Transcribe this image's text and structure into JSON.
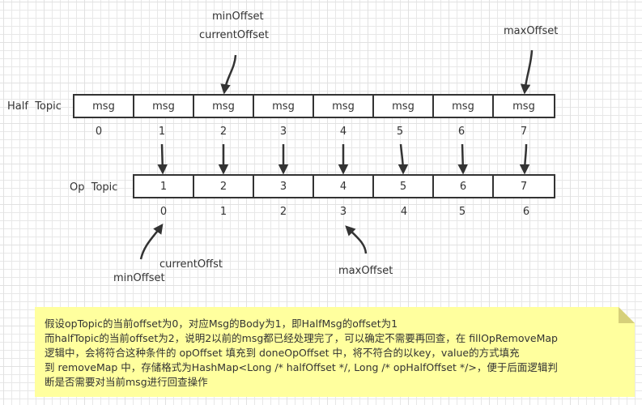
{
  "half_topic": {
    "label": "Half  Topic",
    "cells": [
      "msg",
      "msg",
      "msg",
      "msg",
      "msg",
      "msg",
      "msg",
      "msg"
    ],
    "indices": [
      "0",
      "1",
      "2",
      "3",
      "4",
      "5",
      "6",
      "7"
    ],
    "pointers": {
      "min_offset": "minOffset",
      "current_offset": "currentOffset",
      "max_offset": "maxOffset"
    }
  },
  "op_topic": {
    "label": "Op  Topic",
    "cells": [
      "1",
      "2",
      "3",
      "4",
      "5",
      "6",
      "7"
    ],
    "indices": [
      "0",
      "1",
      "2",
      "3",
      "4",
      "5",
      "6"
    ],
    "pointers": {
      "current_offset": "currentOffst",
      "min_offset": "minOffset",
      "max_offset": "maxOffset"
    }
  },
  "note": {
    "lines": [
      "假设opTopic的当前offset为0，对应Msg的Body为1，即HalfMsg的offset为1",
      "而halfTopic的当前offset为2，说明2以前的msg都已经处理完了，可以确定不需要再回查，在 fillOpRemoveMap",
      "逻辑中，会将符合这种条件的 opOffset 填充到 doneOpOffset 中，将不符合的以key，value的方式填充",
      "到 removeMap 中，存储格式为HashMap<Long /* halfOffset */, Long /* opHalfOffset */>，便于后面逻辑判",
      "断是否需要对当前msg进行回查操作"
    ],
    "background": "#ffff9e"
  }
}
